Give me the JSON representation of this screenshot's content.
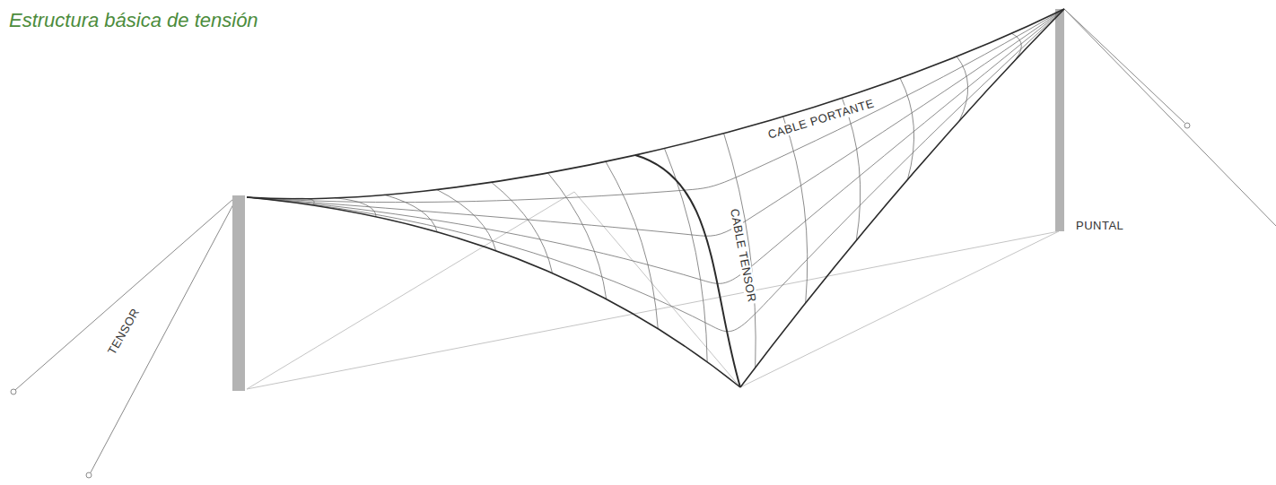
{
  "diagram": {
    "title": "Estructura básica de tensión",
    "labels": [
      "CABLE PORTANTE",
      "CABLE TENSOR",
      "PUNTAL",
      "TENSOR"
    ]
  }
}
